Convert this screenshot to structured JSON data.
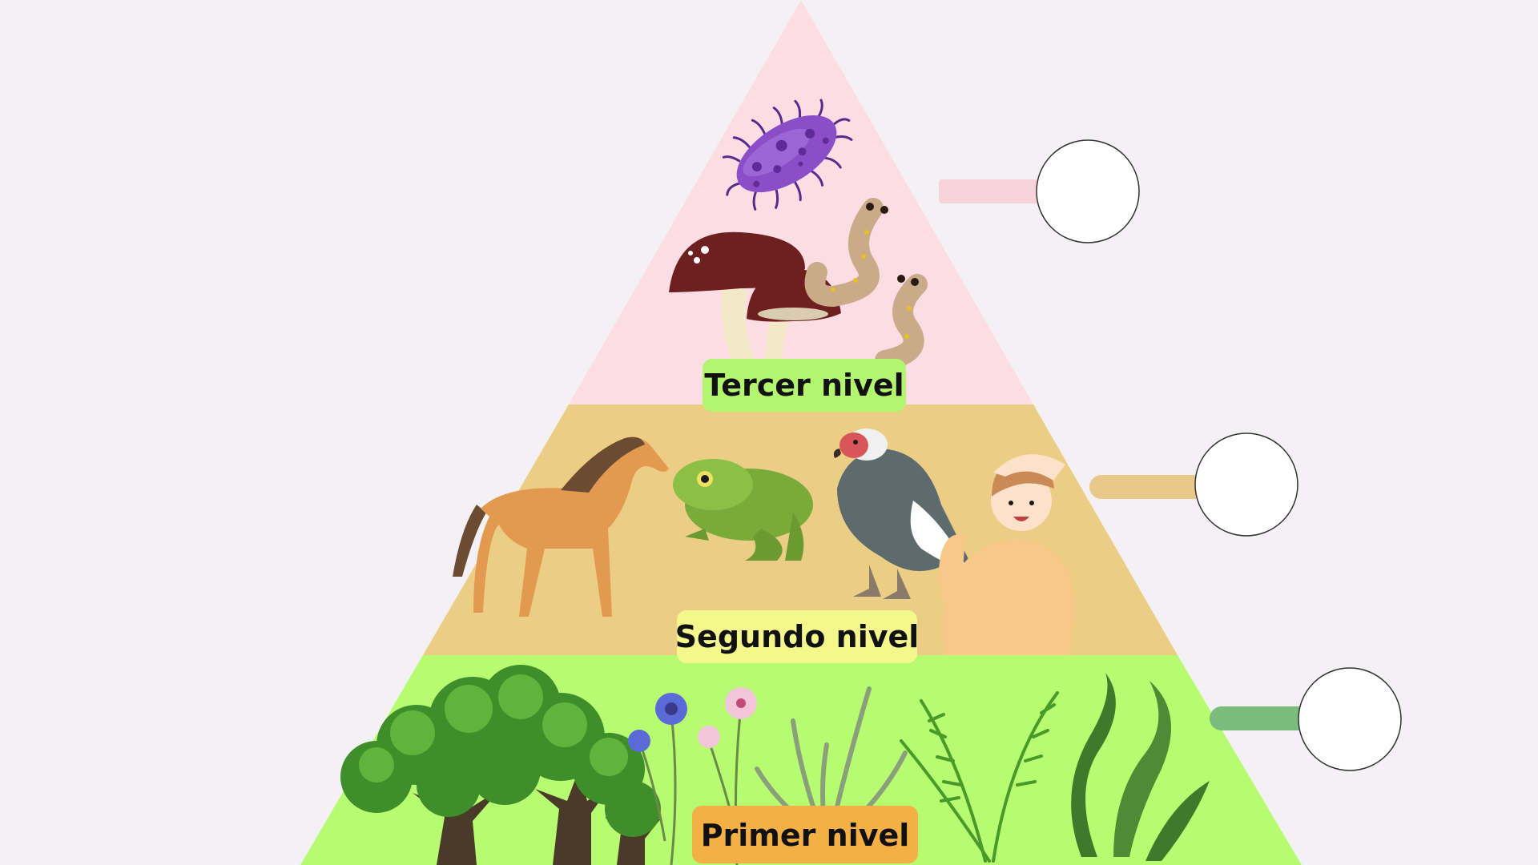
{
  "levels": [
    {
      "id": "tercer",
      "label": "Tercer nivel",
      "band_color": "#fbdde3",
      "label_bg": "#b3f56e",
      "connector_color": "#f7d2da",
      "illustrations": [
        "bacteria-icon",
        "mushroom-icon",
        "worm-icon"
      ]
    },
    {
      "id": "segundo",
      "label": "Segundo nivel",
      "band_color": "#ebcd85",
      "label_bg": "#f4f88c",
      "connector_color": "#e9c98a",
      "illustrations": [
        "horse-icon",
        "frog-icon",
        "vulture-icon",
        "person-icon"
      ]
    },
    {
      "id": "primer",
      "label": "Primer nivel",
      "band_color": "#b7fb71",
      "label_bg": "#f4b044",
      "connector_color": "#7bbb7b",
      "illustrations": [
        "tree-icon",
        "flower-icon",
        "plant-icon",
        "fern-icon",
        "seaweed-icon"
      ]
    }
  ],
  "colors": {
    "background": "#f3f1f4",
    "circle_fill": "#ffffff",
    "circle_stroke": "#333333"
  }
}
